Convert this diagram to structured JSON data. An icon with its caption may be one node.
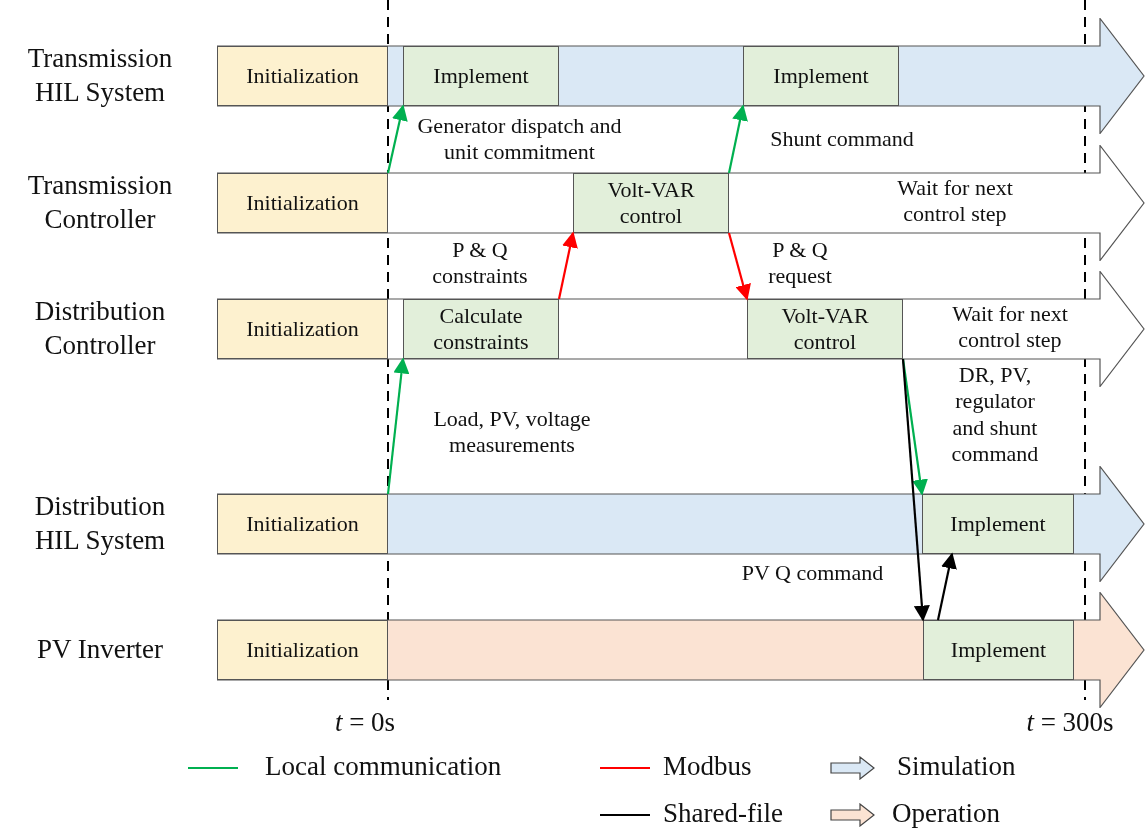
{
  "diagram": {
    "nodes": [
      {
        "text": [
          "Transmission HIL System"
        ]
      },
      {
        "text": [
          "Initialization"
        ],
        "in": 0
      },
      {
        "text": [
          "Implement"
        ],
        "in": 0
      },
      {
        "text": [
          "Implement"
        ],
        "in": 0
      },
      {
        "text": [
          "Transmission Controller"
        ]
      },
      {
        "text": [
          "Initialization"
        ],
        "in": 4
      },
      {
        "text": [
          "Volt-VAR control"
        ],
        "in": 4
      },
      {
        "text": [
          "Distribution Controller"
        ]
      },
      {
        "text": [
          "Initialization"
        ],
        "in": 7
      },
      {
        "text": [
          "Calculate constraints"
        ],
        "in": 7
      },
      {
        "text": [
          "Volt-VAR control"
        ],
        "in": 7
      },
      {
        "text": [
          "Distribution HIL System"
        ]
      },
      {
        "text": [
          "Initialization"
        ],
        "in": 11
      },
      {
        "text": [
          "Implement"
        ],
        "in": 11
      },
      {
        "text": [
          "PV Inverter"
        ]
      },
      {
        "text": [
          "Initialization"
        ],
        "in": 14
      },
      {
        "text": [
          "Implement"
        ],
        "in": 14
      }
    ],
    "edges": [
      {
        "from": 4,
        "to": 2,
        "arrow": "to",
        "label": "Generator dispatch and unit commitment"
      },
      {
        "from": 6,
        "to": 3,
        "arrow": "to",
        "label": "Shunt command"
      },
      {
        "from": 9,
        "to": 6,
        "arrow": "to",
        "label": "P & Q constraints",
        "color": "#ff0000"
      },
      {
        "from": 6,
        "to": 10,
        "arrow": "to",
        "label": "P & Q request",
        "color": "#ff0000"
      },
      {
        "from": 11,
        "to": 9,
        "arrow": "to",
        "label": "Load, PV, voltage measurements"
      },
      {
        "from": 10,
        "to": 13,
        "arrow": "to",
        "label": "DR, PV, regulator and shunt command"
      },
      {
        "from": 10,
        "to": 16,
        "arrow": "to",
        "label": "PV Q command",
        "color": "#000000"
      },
      {
        "from": 16,
        "to": 13,
        "arrow": "to",
        "color": "#000000"
      }
    ],
    "labels": [
      "Wait for next control step",
      "Wait for next control step",
      "*t* = 0s",
      "*t* = 300s"
    ],
    "legend": [
      {
        "text": "Local communication",
        "color": "#00b050"
      },
      {
        "text": "Modbus",
        "color": "#ff0000"
      },
      {
        "text": "Simulation",
        "color": "#dae8f5"
      },
      {
        "text": "Shared-file",
        "color": "#000000"
      },
      {
        "text": "Operation",
        "color": "#fbe3d3"
      }
    ]
  }
}
